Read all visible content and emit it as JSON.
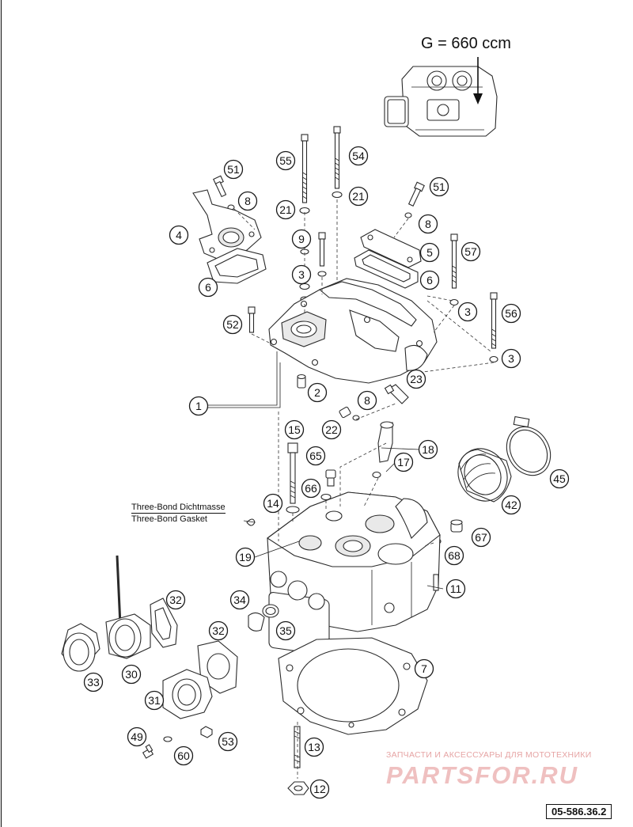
{
  "variant_label": "G = 660 ccm",
  "sealant_note": {
    "line1": "Three-Bond Dichtmasse",
    "line2": "Three-Bond Gasket"
  },
  "watermark": {
    "subtitle": "ЗАПЧАСТИ И АКСЕССУАРЫ ДЛЯ МОТОТЕХНИКИ",
    "brand": "PARTSFOR.RU"
  },
  "drawing_number": "05-586.36.2",
  "callouts": [
    {
      "id": "c1",
      "label": "1"
    },
    {
      "id": "c2",
      "label": "2"
    },
    {
      "id": "c3a",
      "label": "3"
    },
    {
      "id": "c3b",
      "label": "3"
    },
    {
      "id": "c3c",
      "label": "3"
    },
    {
      "id": "c4",
      "label": "4"
    },
    {
      "id": "c5",
      "label": "5"
    },
    {
      "id": "c6a",
      "label": "6"
    },
    {
      "id": "c6b",
      "label": "6"
    },
    {
      "id": "c7",
      "label": "7"
    },
    {
      "id": "c8a",
      "label": "8"
    },
    {
      "id": "c8b",
      "label": "8"
    },
    {
      "id": "c8c",
      "label": "8"
    },
    {
      "id": "c9",
      "label": "9"
    },
    {
      "id": "c11",
      "label": "11"
    },
    {
      "id": "c12",
      "label": "12"
    },
    {
      "id": "c13",
      "label": "13"
    },
    {
      "id": "c14",
      "label": "14"
    },
    {
      "id": "c15",
      "label": "15"
    },
    {
      "id": "c17",
      "label": "17"
    },
    {
      "id": "c18",
      "label": "18"
    },
    {
      "id": "c19",
      "label": "19"
    },
    {
      "id": "c21a",
      "label": "21"
    },
    {
      "id": "c21b",
      "label": "21"
    },
    {
      "id": "c22",
      "label": "22"
    },
    {
      "id": "c23",
      "label": "23"
    },
    {
      "id": "c30",
      "label": "30"
    },
    {
      "id": "c31",
      "label": "31"
    },
    {
      "id": "c32a",
      "label": "32"
    },
    {
      "id": "c32b",
      "label": "32"
    },
    {
      "id": "c33",
      "label": "33"
    },
    {
      "id": "c34",
      "label": "34"
    },
    {
      "id": "c35",
      "label": "35"
    },
    {
      "id": "c42",
      "label": "42"
    },
    {
      "id": "c45",
      "label": "45"
    },
    {
      "id": "c49",
      "label": "49"
    },
    {
      "id": "c51a",
      "label": "51"
    },
    {
      "id": "c51b",
      "label": "51"
    },
    {
      "id": "c52",
      "label": "52"
    },
    {
      "id": "c53",
      "label": "53"
    },
    {
      "id": "c54",
      "label": "54"
    },
    {
      "id": "c55",
      "label": "55"
    },
    {
      "id": "c56",
      "label": "56"
    },
    {
      "id": "c57",
      "label": "57"
    },
    {
      "id": "c60",
      "label": "60"
    },
    {
      "id": "c65",
      "label": "65"
    },
    {
      "id": "c66",
      "label": "66"
    },
    {
      "id": "c67",
      "label": "67"
    },
    {
      "id": "c68",
      "label": "68"
    }
  ]
}
